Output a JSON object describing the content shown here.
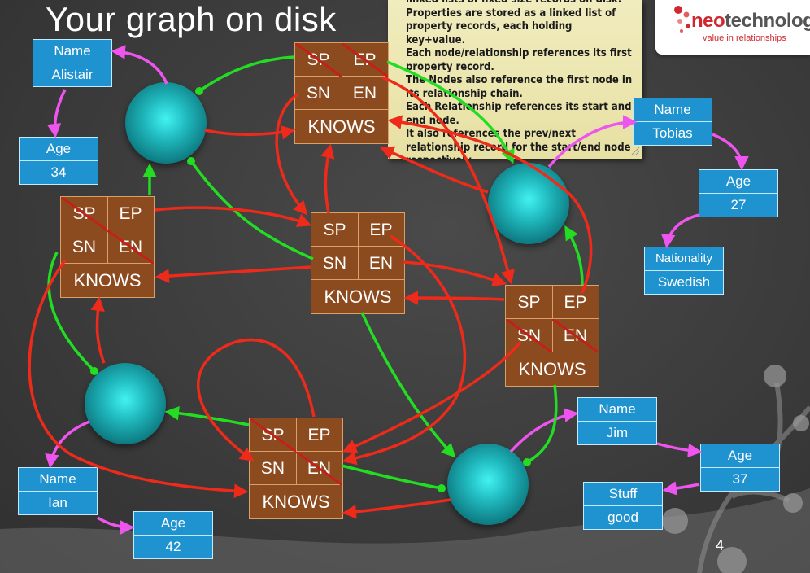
{
  "slide": {
    "title": "Your graph on disk",
    "page_number": "4"
  },
  "note": {
    "lines": [
      "linked lists of fixed size records on disk.",
      "Properties are stored as a linked list of property records, each holding key+value.",
      "Each node/relationship references its first property record.",
      "The Nodes also reference the first node in its relationship chain.",
      "Each Relationship references its start and end node.",
      "It also references the prev/next relationship record for the start/end node respectively"
    ]
  },
  "logo": {
    "brand_neo": "neo",
    "brand_tech": "technology",
    "tagline": "value in relationships"
  },
  "properties": {
    "alistair_name": {
      "key": "Name",
      "value": "Alistair"
    },
    "alistair_age": {
      "key": "Age",
      "value": "34"
    },
    "tobias_name": {
      "key": "Name",
      "value": "Tobias"
    },
    "tobias_age": {
      "key": "Age",
      "value": "27"
    },
    "tobias_nationality": {
      "key": "Nationality",
      "value": "Swedish"
    },
    "jim_name": {
      "key": "Name",
      "value": "Jim"
    },
    "jim_age": {
      "key": "Age",
      "value": "37"
    },
    "jim_stuff": {
      "key": "Stuff",
      "value": "good"
    },
    "ian_name": {
      "key": "Name",
      "value": "Ian"
    },
    "ian_age": {
      "key": "Age",
      "value": "42"
    }
  },
  "relationship_labels": {
    "start_prev": "SP",
    "end_prev": "EP",
    "start_next": "SN",
    "end_next": "EN",
    "type": "KNOWS"
  },
  "colors": {
    "node_link": "#22dd22",
    "relationship_link": "#ee2a1a",
    "property_link": "#ee55ee",
    "property_fill": "#1f93cf",
    "relationship_fill": "#8c4a1f"
  }
}
